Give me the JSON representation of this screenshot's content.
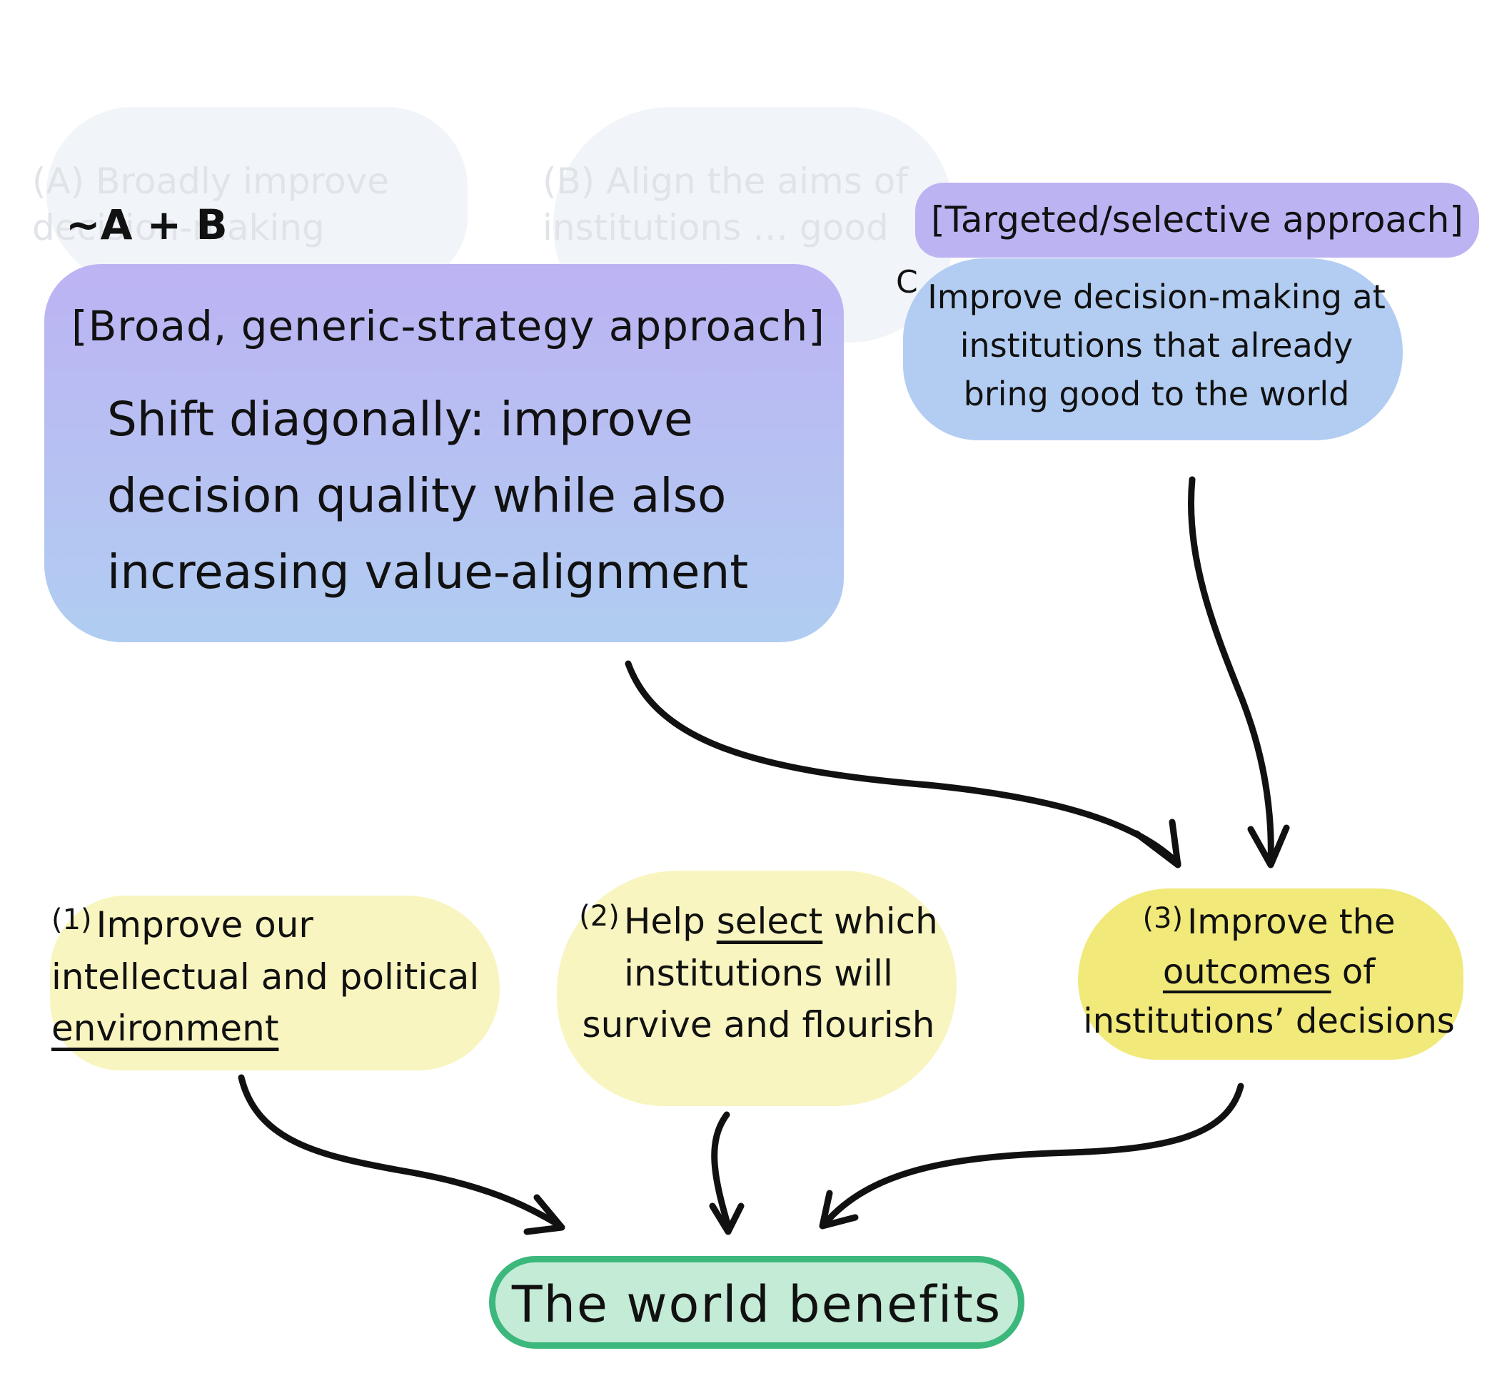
{
  "ghost_a": {
    "text": "(A) Broadly improve decision-making"
  },
  "ghost_b": {
    "text": "(B) Align the aims of institutions … good"
  },
  "label_ab": "~A + B",
  "label_c": "C",
  "broad": {
    "title": "[Broad, generic-strategy approach]",
    "text": "Shift diagonally: improve decision quality while also increasing value-alignment"
  },
  "targeted": {
    "title": "[Targeted/selective approach]",
    "text": "Improve decision-making at institutions that already bring good to the world"
  },
  "node1": {
    "num": "(1)",
    "text_a": "Improve our intellectual and political ",
    "text_u": "environment"
  },
  "node2": {
    "num": "(2)",
    "text_a": "Help ",
    "text_u": "select",
    "text_b": " which institutions will survive and flourish"
  },
  "node3": {
    "num": "(3)",
    "text_a": "Improve the ",
    "text_u": "outcomes",
    "text_b": " of institutions’ decisions"
  },
  "result": {
    "text": "The world benefits"
  },
  "colors": {
    "purple": "#bcb3f3",
    "blue": "#b3cdf2",
    "yellow_light": "#f8f5c0",
    "yellow": "#f1e97a",
    "green_fill": "#c3ebd6",
    "green_border": "#3cb87c",
    "ghost": "#eef1f6"
  }
}
